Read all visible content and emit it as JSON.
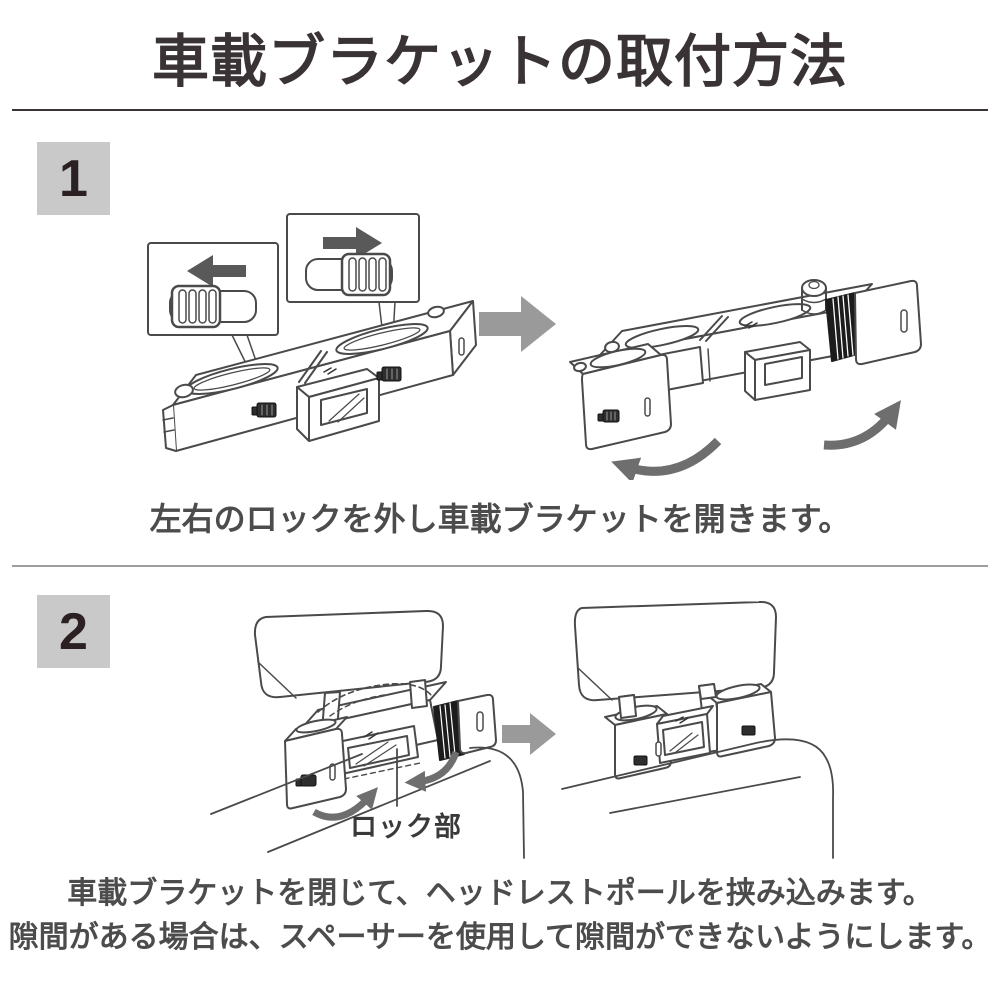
{
  "title": "車載ブラケットの取付方法",
  "steps": [
    {
      "number": "1",
      "caption": "左右のロックを外し車載ブラケットを開きます。",
      "icons": [
        "slide-lock-left-arrow",
        "slide-lock-right-arrow",
        "transition-arrow",
        "rotate-open-arrows"
      ]
    },
    {
      "number": "2",
      "caption_line1": "車載ブラケットを閉じて、ヘッドレストポールを挟み込みます。",
      "caption_line2": "隙間がある場合は、スペーサーを使用して隙間ができないようにします。",
      "lock_label": "ロック部",
      "icons": [
        "rotate-close-arrows",
        "transition-arrow"
      ]
    }
  ],
  "colors": {
    "title_text": "#3a3336",
    "caption_text": "#4c4c4c",
    "badge_background": "#c9c9c9",
    "badge_number": "#2b2123",
    "line_art": "#4a4a4a",
    "transition_arrow": "#9a9a9a",
    "callout_arrow": "#595959",
    "rotate_arrow": "#6e6e6e",
    "dark_pad": "#1c1c1c",
    "divider_dark": "#3a3336",
    "divider_gray": "#9e9e9e"
  }
}
